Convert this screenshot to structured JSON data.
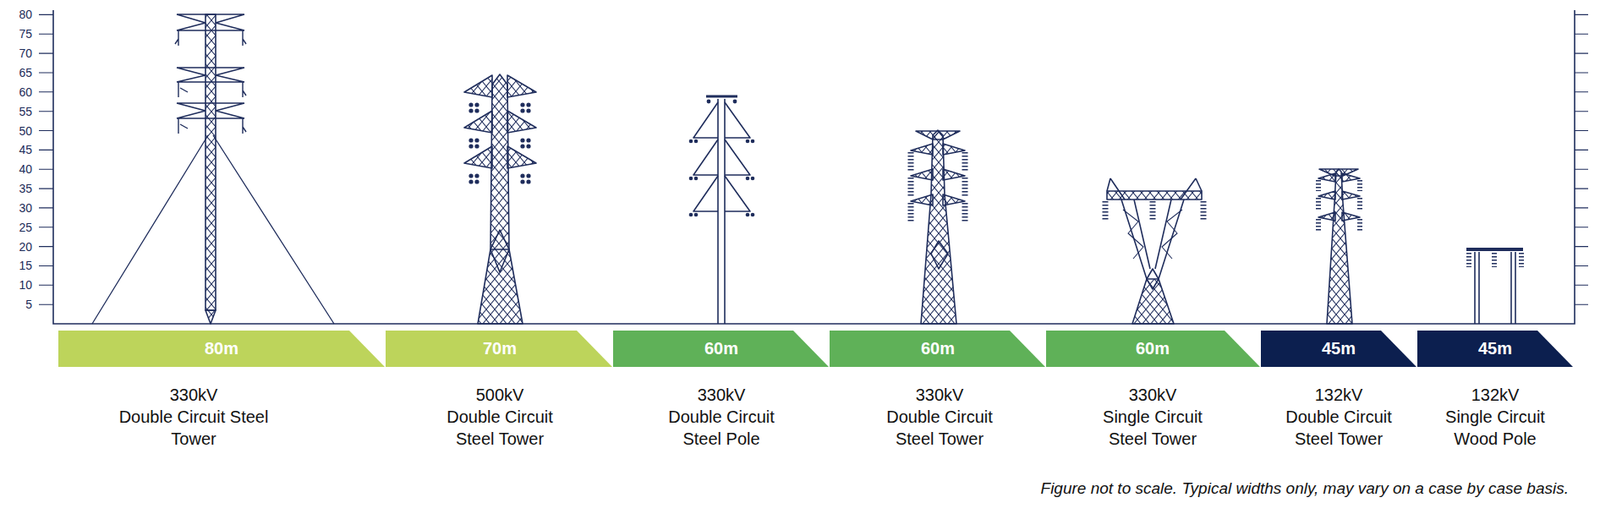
{
  "diagram": {
    "caption": "Figure not to scale. Typical widths only, may vary on a case by case basis.",
    "nodes": [
      {
        "text": [
          "80m",
          "330kV",
          "Double Circuit Steel Tower"
        ]
      },
      {
        "text": [
          "70m",
          "500kV",
          "Double Circuit Steel Tower"
        ]
      },
      {
        "text": [
          "60m",
          "330kV",
          "Double Circuit Steel Pole"
        ]
      },
      {
        "text": [
          "60m",
          "330kV",
          "Double Circuit Steel Tower"
        ]
      },
      {
        "text": [
          "60m",
          "330kV",
          "Single Circuit Steel Tower"
        ]
      },
      {
        "text": [
          "45m",
          "132kV",
          "Double Circuit Steel Tower"
        ]
      },
      {
        "text": [
          "45m",
          "132kV",
          "Single Circuit Wood Pole"
        ]
      }
    ],
    "labels": [
      "80",
      "75",
      "70",
      "65",
      "60",
      "55",
      "50",
      "45",
      "40",
      "35",
      "30",
      "25",
      "20",
      "15",
      "10",
      "5"
    ]
  }
}
